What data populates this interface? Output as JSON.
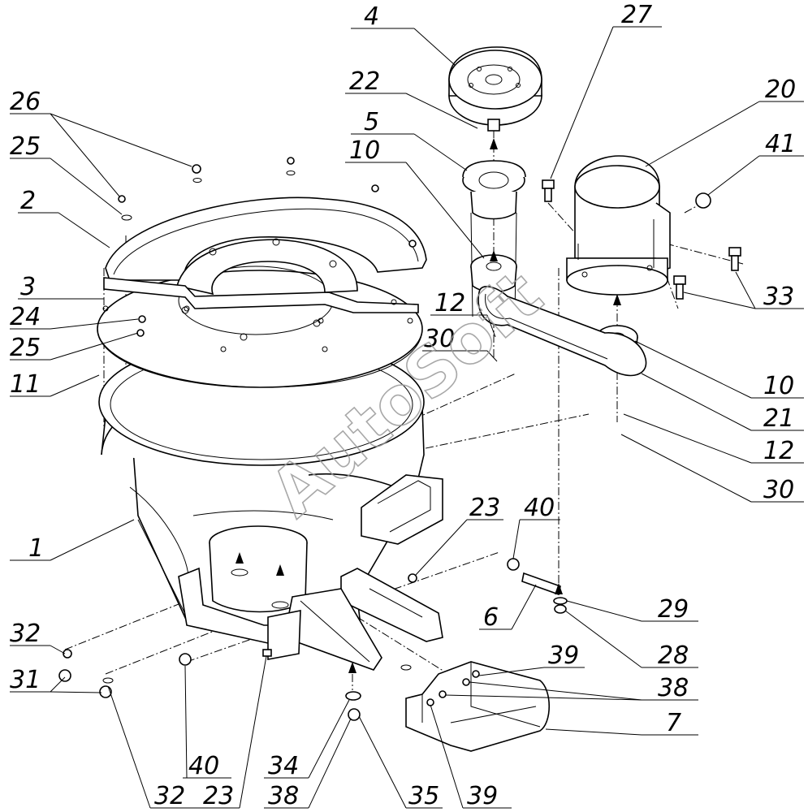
{
  "watermark": "AutoSoft",
  "callouts": {
    "c1": "1",
    "c2": "2",
    "c3": "3",
    "c4": "4",
    "c5": "5",
    "c6": "6",
    "c7": "7",
    "c10a": "10",
    "c10b": "10",
    "c11": "11",
    "c12a": "12",
    "c12b": "12",
    "c20": "20",
    "c21": "21",
    "c22": "22",
    "c23a": "23",
    "c23b": "23",
    "c24": "24",
    "c25a": "25",
    "c25b": "25",
    "c26": "26",
    "c27": "27",
    "c28": "28",
    "c29": "29",
    "c30a": "30",
    "c30b": "30",
    "c31": "31",
    "c32a": "32",
    "c32b": "32",
    "c33": "33",
    "c34": "34",
    "c35": "35",
    "c38a": "38",
    "c38b": "38",
    "c39a": "39",
    "c39b": "39",
    "c40a": "40",
    "c40b": "40",
    "c41": "41"
  }
}
